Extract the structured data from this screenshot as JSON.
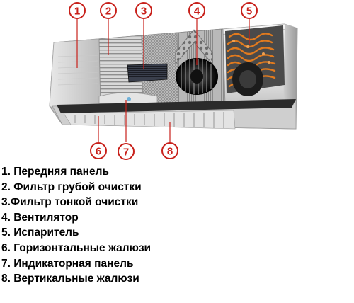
{
  "callouts": [
    {
      "number": "1"
    },
    {
      "number": "2"
    },
    {
      "number": "3"
    },
    {
      "number": "4"
    },
    {
      "number": "5"
    },
    {
      "number": "6"
    },
    {
      "number": "7"
    },
    {
      "number": "8"
    }
  ],
  "legend": [
    "1. Передняя панель",
    "2. Фильтр грубой очистки",
    "3.Фильтр тонкой очистки",
    "4. Вентилятор",
    "5. Испаритель",
    "6. Горизонтальные жалюзи",
    "7. Индикаторная панель",
    "8. Вертикальные жалюзи"
  ],
  "colors": {
    "callout": "#c8201a",
    "evaporator_coil": "#e07a1e",
    "filter_fine": "#2a2d36",
    "unit_body": "#d8d8d8"
  }
}
